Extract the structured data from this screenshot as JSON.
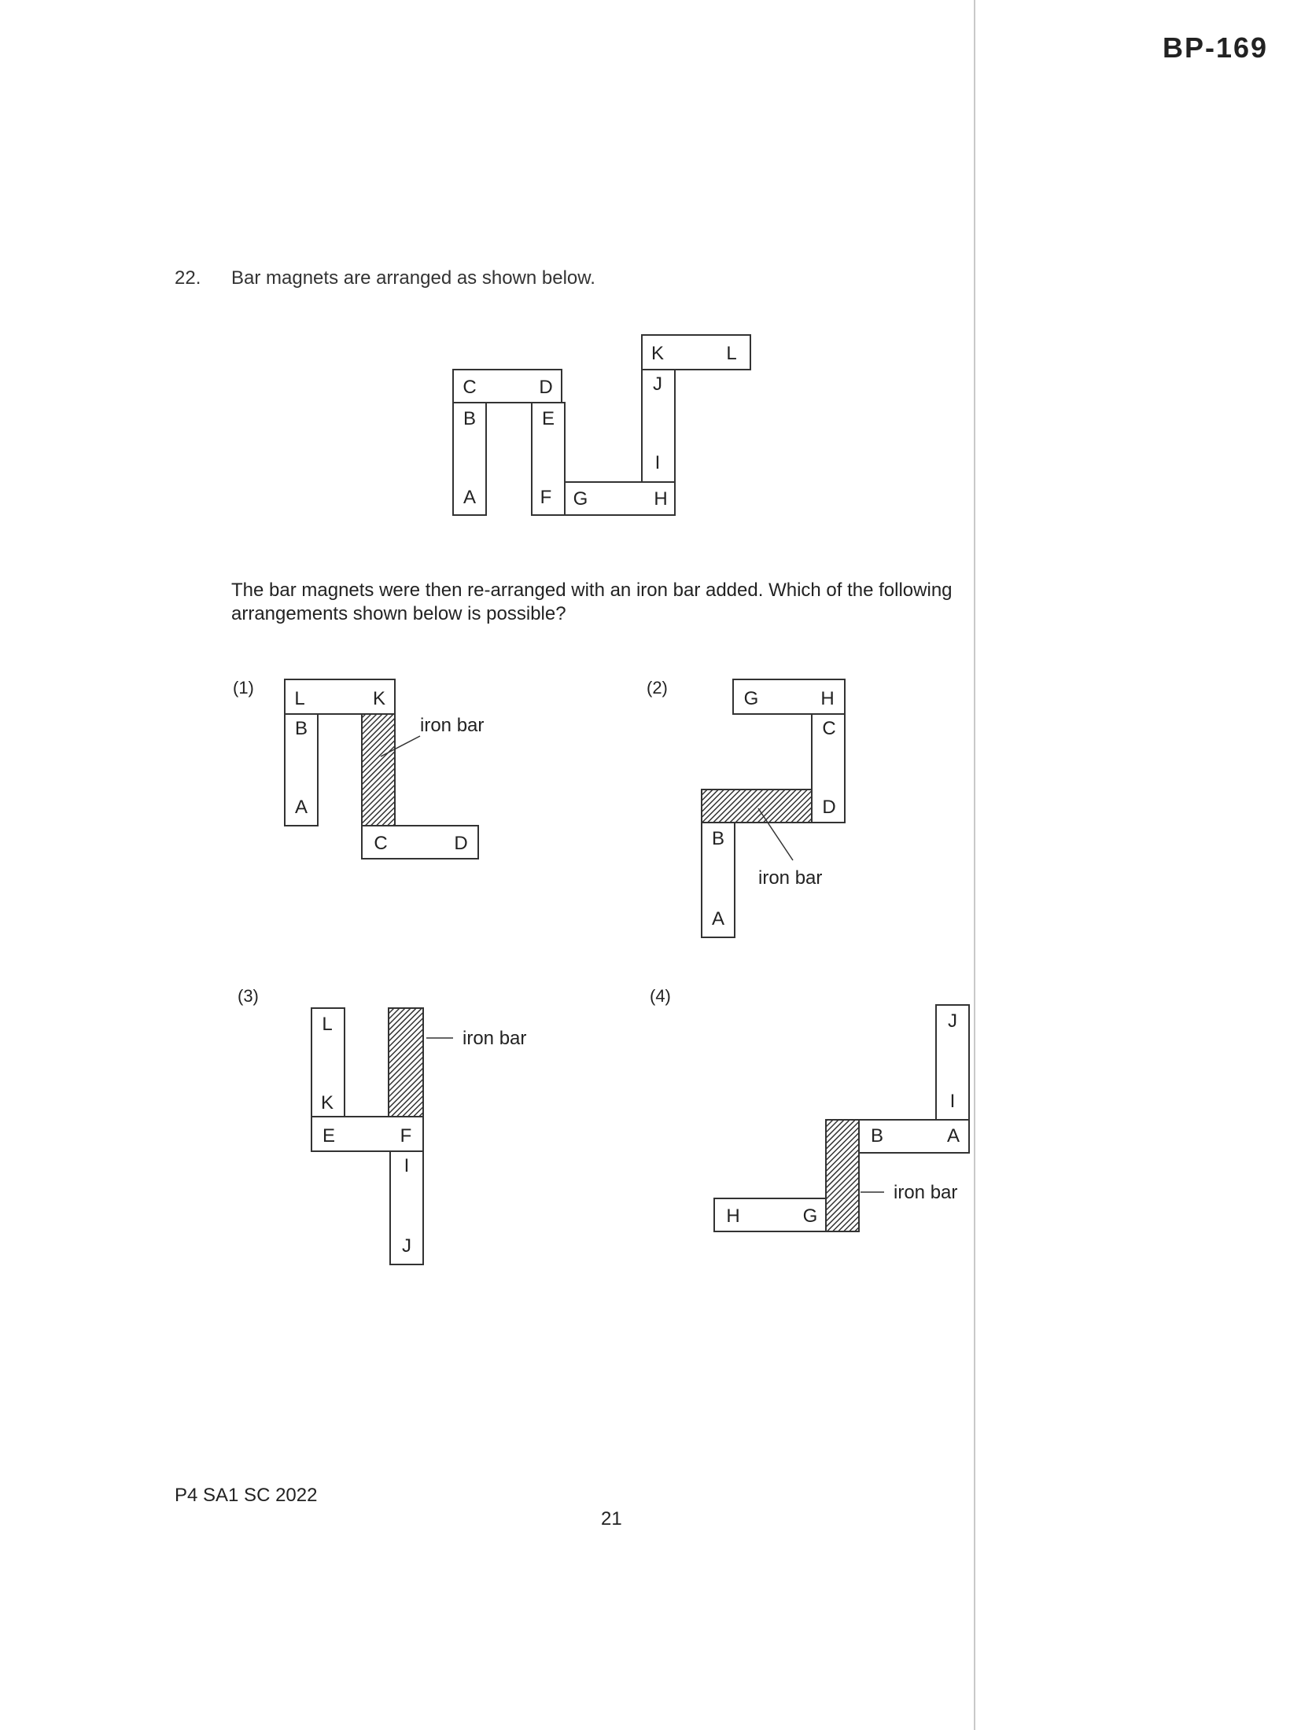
{
  "header": {
    "code": "BP-169"
  },
  "question": {
    "number": "22.",
    "stem": "Bar magnets are arranged as shown below.",
    "prompt": "The bar magnets were then re-arranged with an iron bar added. Which of the following arrangements shown below is possible?"
  },
  "main_figure": {
    "labels": [
      "C",
      "D",
      "B",
      "E",
      "A",
      "F",
      "G",
      "H",
      "K",
      "L",
      "J",
      "I"
    ]
  },
  "options": [
    {
      "label": "(1)",
      "poles": [
        "L",
        "K",
        "B",
        "A",
        "C",
        "D"
      ],
      "iron_label": "iron bar"
    },
    {
      "label": "(2)",
      "poles": [
        "G",
        "H",
        "C",
        "D",
        "B",
        "A"
      ],
      "iron_label": "iron bar"
    },
    {
      "label": "(3)",
      "poles": [
        "L",
        "K",
        "E",
        "F",
        "I",
        "J"
      ],
      "iron_label": "iron bar"
    },
    {
      "label": "(4)",
      "poles": [
        "J",
        "I",
        "B",
        "A",
        "H",
        "G"
      ],
      "iron_label": "iron bar"
    }
  ],
  "footer": {
    "left": "P4 SA1 SC 2022",
    "page_number": "21"
  }
}
